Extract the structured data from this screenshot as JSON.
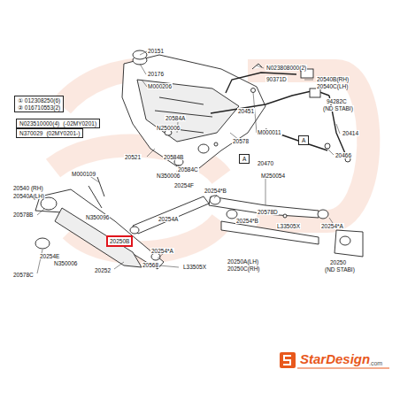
{
  "diagram": {
    "nodes": [
      {
        "text": [
          "① 012308250(6)",
          "② 016710553(2)"
        ]
      },
      {
        "text": [
          "N023510000(4)",
          "(-02MY0201)"
        ]
      },
      {
        "text": [
          "N370029",
          "(02MY0201-)"
        ]
      },
      {
        "text": [
          "A"
        ]
      },
      {
        "text": [
          "A"
        ]
      },
      {
        "text": [
          "20250B"
        ]
      }
    ],
    "labels": [
      "20151",
      "20176",
      "M000206",
      "N023808000(2)",
      "90371D",
      "20540B(RH)",
      "20540C(LH)",
      "94282C",
      "(ND STABI)",
      "20451",
      "20584A",
      "N250006",
      "M000011",
      "20578",
      "20414",
      "20466",
      "20521",
      "20584B",
      "20470",
      "M250054",
      "20584C",
      "N350006",
      "20254F",
      "M000109",
      "20540 (RH)",
      "20540A(LH)",
      "20578B",
      "20578C",
      "20254E",
      "N350006",
      "20252",
      "N350096",
      "20254A",
      "20254*B",
      "20578D",
      "20254*B",
      "L33505X",
      "20254*A",
      "20568",
      "L33505X",
      "20250A(LH)",
      "20250C(RH)",
      "20254*A",
      "20250",
      "(ND STABI)",
      "StarDesign",
      ".com"
    ]
  }
}
